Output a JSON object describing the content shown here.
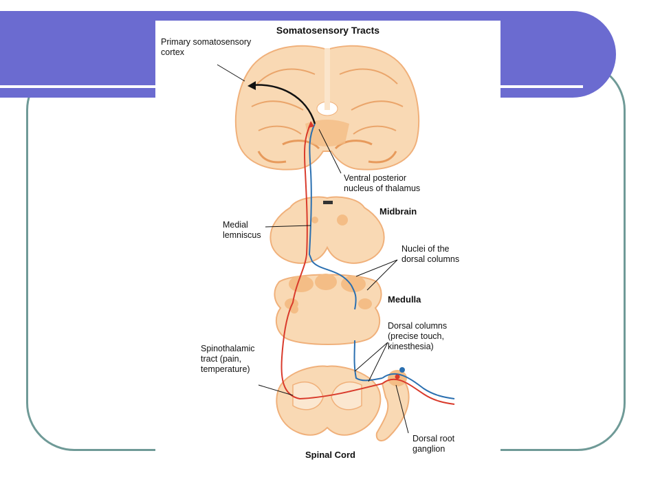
{
  "diagram": {
    "title": "Somatosensory Tracts",
    "labels": {
      "cortex": "Primary somatosensory\ncortex",
      "thalamus": "Ventral posterior\nnucleus of thalamus",
      "midbrain": "Midbrain",
      "lemniscus": "Medial\nlemniscus",
      "nuclei": "Nuclei of the\ndorsal columns",
      "medulla": "Medulla",
      "dorsal_columns": "Dorsal columns\n(precise touch,\nkinesthesia)",
      "spinothalamic": "Spinothalamic\ntract (pain,\ntemperature)",
      "ganglion": "Dorsal root\nganglion",
      "spinal_cord": "Spinal Cord"
    },
    "colors": {
      "tissue": "#f9d9b4",
      "tissue_dark": "#f4bd86",
      "pain_tract": "#d93a2b",
      "touch_tract": "#2a6fb0",
      "frame": "#6f9a97",
      "title_bar": "#6b6bd0"
    }
  }
}
